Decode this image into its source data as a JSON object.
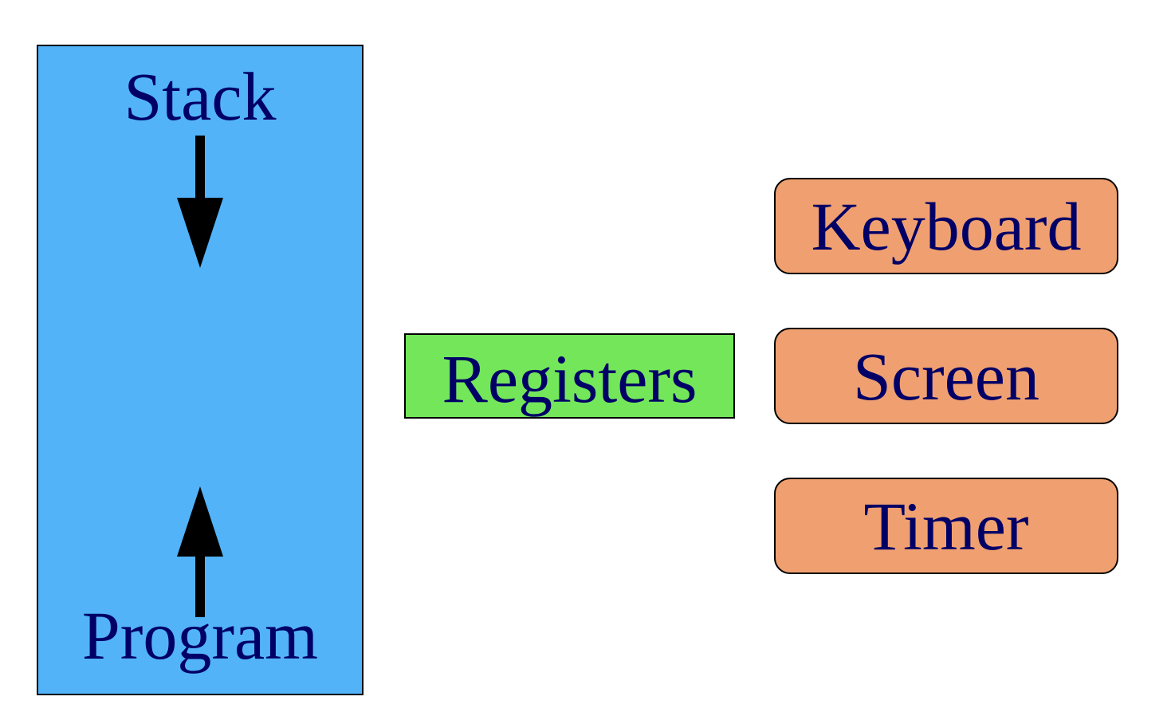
{
  "colors": {
    "memory_fill": "#52b3f9",
    "registers_fill": "#73e65a",
    "device_fill": "#f0a070",
    "text": "#000066",
    "arrow": "#000000"
  },
  "memory": {
    "top_label": "Stack",
    "bottom_label": "Program"
  },
  "registers": {
    "label": "Registers"
  },
  "devices": {
    "keyboard": "Keyboard",
    "screen": "Screen",
    "timer": "Timer"
  }
}
